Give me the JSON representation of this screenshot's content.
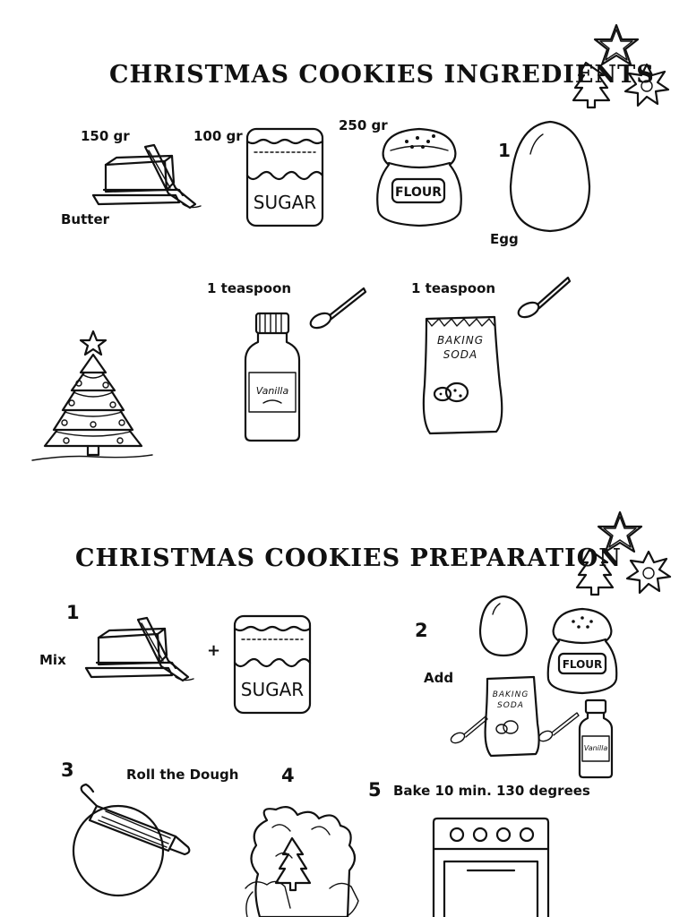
{
  "ingredients": {
    "title": "CHRISTMAS COOKIES INGREDIENTS",
    "butter": {
      "amount": "150 gr",
      "name": "Butter"
    },
    "sugar": {
      "amount": "100 gr",
      "jar_text": "SUGAR"
    },
    "flour": {
      "amount": "250 gr",
      "bag_text": "FLOUR"
    },
    "egg": {
      "amount": "1",
      "name": "Egg"
    },
    "vanilla": {
      "amount": "1 teaspoon",
      "bottle_text": "Vanilla"
    },
    "baking_soda": {
      "amount": "1 teaspoon",
      "bag_text_line1": "BAKING",
      "bag_text_line2": "SODA"
    }
  },
  "preparation": {
    "title": "CHRISTMAS COOKIES PREPARATION",
    "step1": {
      "number": "1",
      "text": "Mix",
      "plus": "+",
      "jar_text": "SUGAR"
    },
    "step2": {
      "number": "2",
      "text": "Add",
      "flour_text": "FLOUR",
      "soda_line1": "BAKING",
      "soda_line2": "SODA",
      "vanilla_text": "Vanilla"
    },
    "step3": {
      "number": "3",
      "text": "Roll the Dough"
    },
    "step4": {
      "number": "4"
    },
    "step5": {
      "number": "5",
      "text": "Bake 10 min. 130 degrees"
    }
  }
}
